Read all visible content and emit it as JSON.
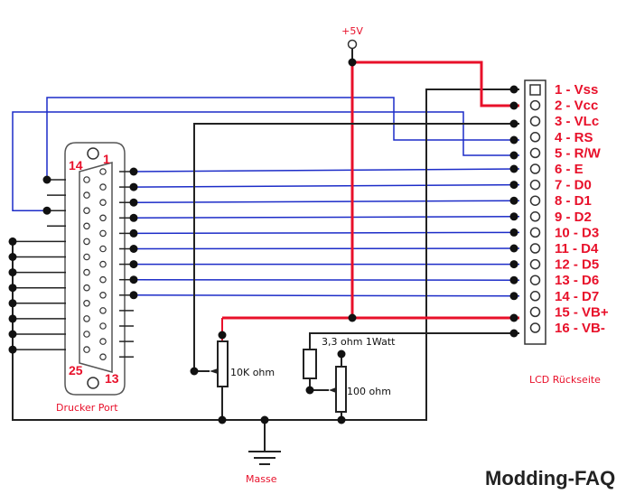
{
  "colors": {
    "wire_dark": "#222222",
    "wire_blue": "#1c2cc8",
    "wire_red": "#e8102a",
    "label_red": "#e8102a"
  },
  "labels": {
    "vcc_source": "+5V",
    "ground": "Masse",
    "printer_port": "Drucker Port",
    "lcd_back": "LCD Rückseite",
    "pot_contrast": "10K ohm",
    "pot_backlight": "100 ohm",
    "resistor": "3,3 ohm 1Watt",
    "brand": "Modding-FAQ"
  },
  "db25_pins": {
    "top_left": "14",
    "top_right": "1",
    "bottom_left": "25",
    "bottom_right": "13"
  },
  "lcd_pins": [
    "1 - Vss",
    "2 - Vcc",
    "3 - VLc",
    "4 - RS",
    "5 - R/W",
    "6 - E",
    "7 - D0",
    "8 - D1",
    "9 - D2",
    "10 - D3",
    "11 - D4",
    "12 - D5",
    "13 - D6",
    "14 - D7",
    "15 - VB+",
    "16 - VB-"
  ]
}
